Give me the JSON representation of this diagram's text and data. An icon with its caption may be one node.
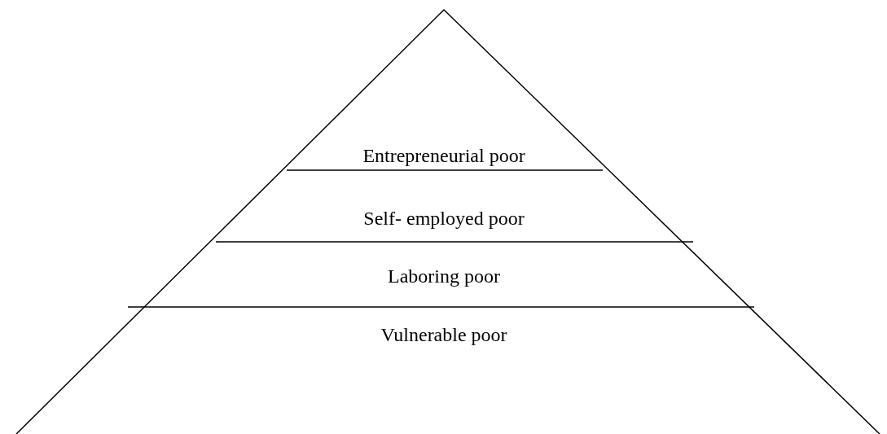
{
  "diagram": {
    "labels": [
      "Entrepreneurial poor",
      "Self- employed poor",
      "Laboring poor",
      "Vulnerable poor"
    ]
  }
}
